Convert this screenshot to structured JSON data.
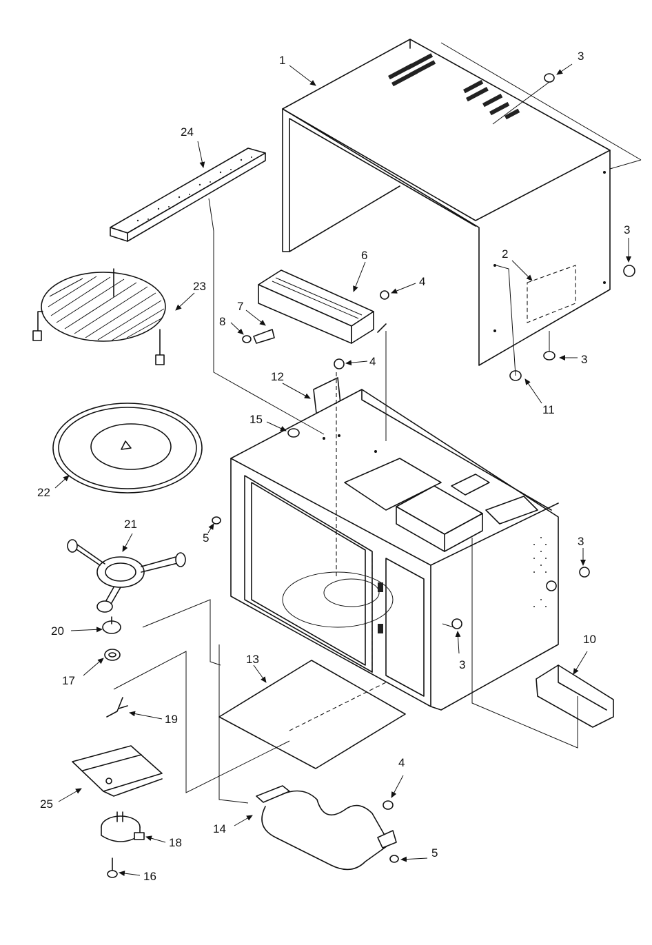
{
  "callouts": [
    "1",
    "2",
    "3",
    "4",
    "5",
    "6",
    "7",
    "8",
    "10",
    "11",
    "12",
    "13",
    "14",
    "15",
    "16",
    "17",
    "18",
    "19",
    "20",
    "21",
    "22",
    "23",
    "24",
    "25"
  ]
}
